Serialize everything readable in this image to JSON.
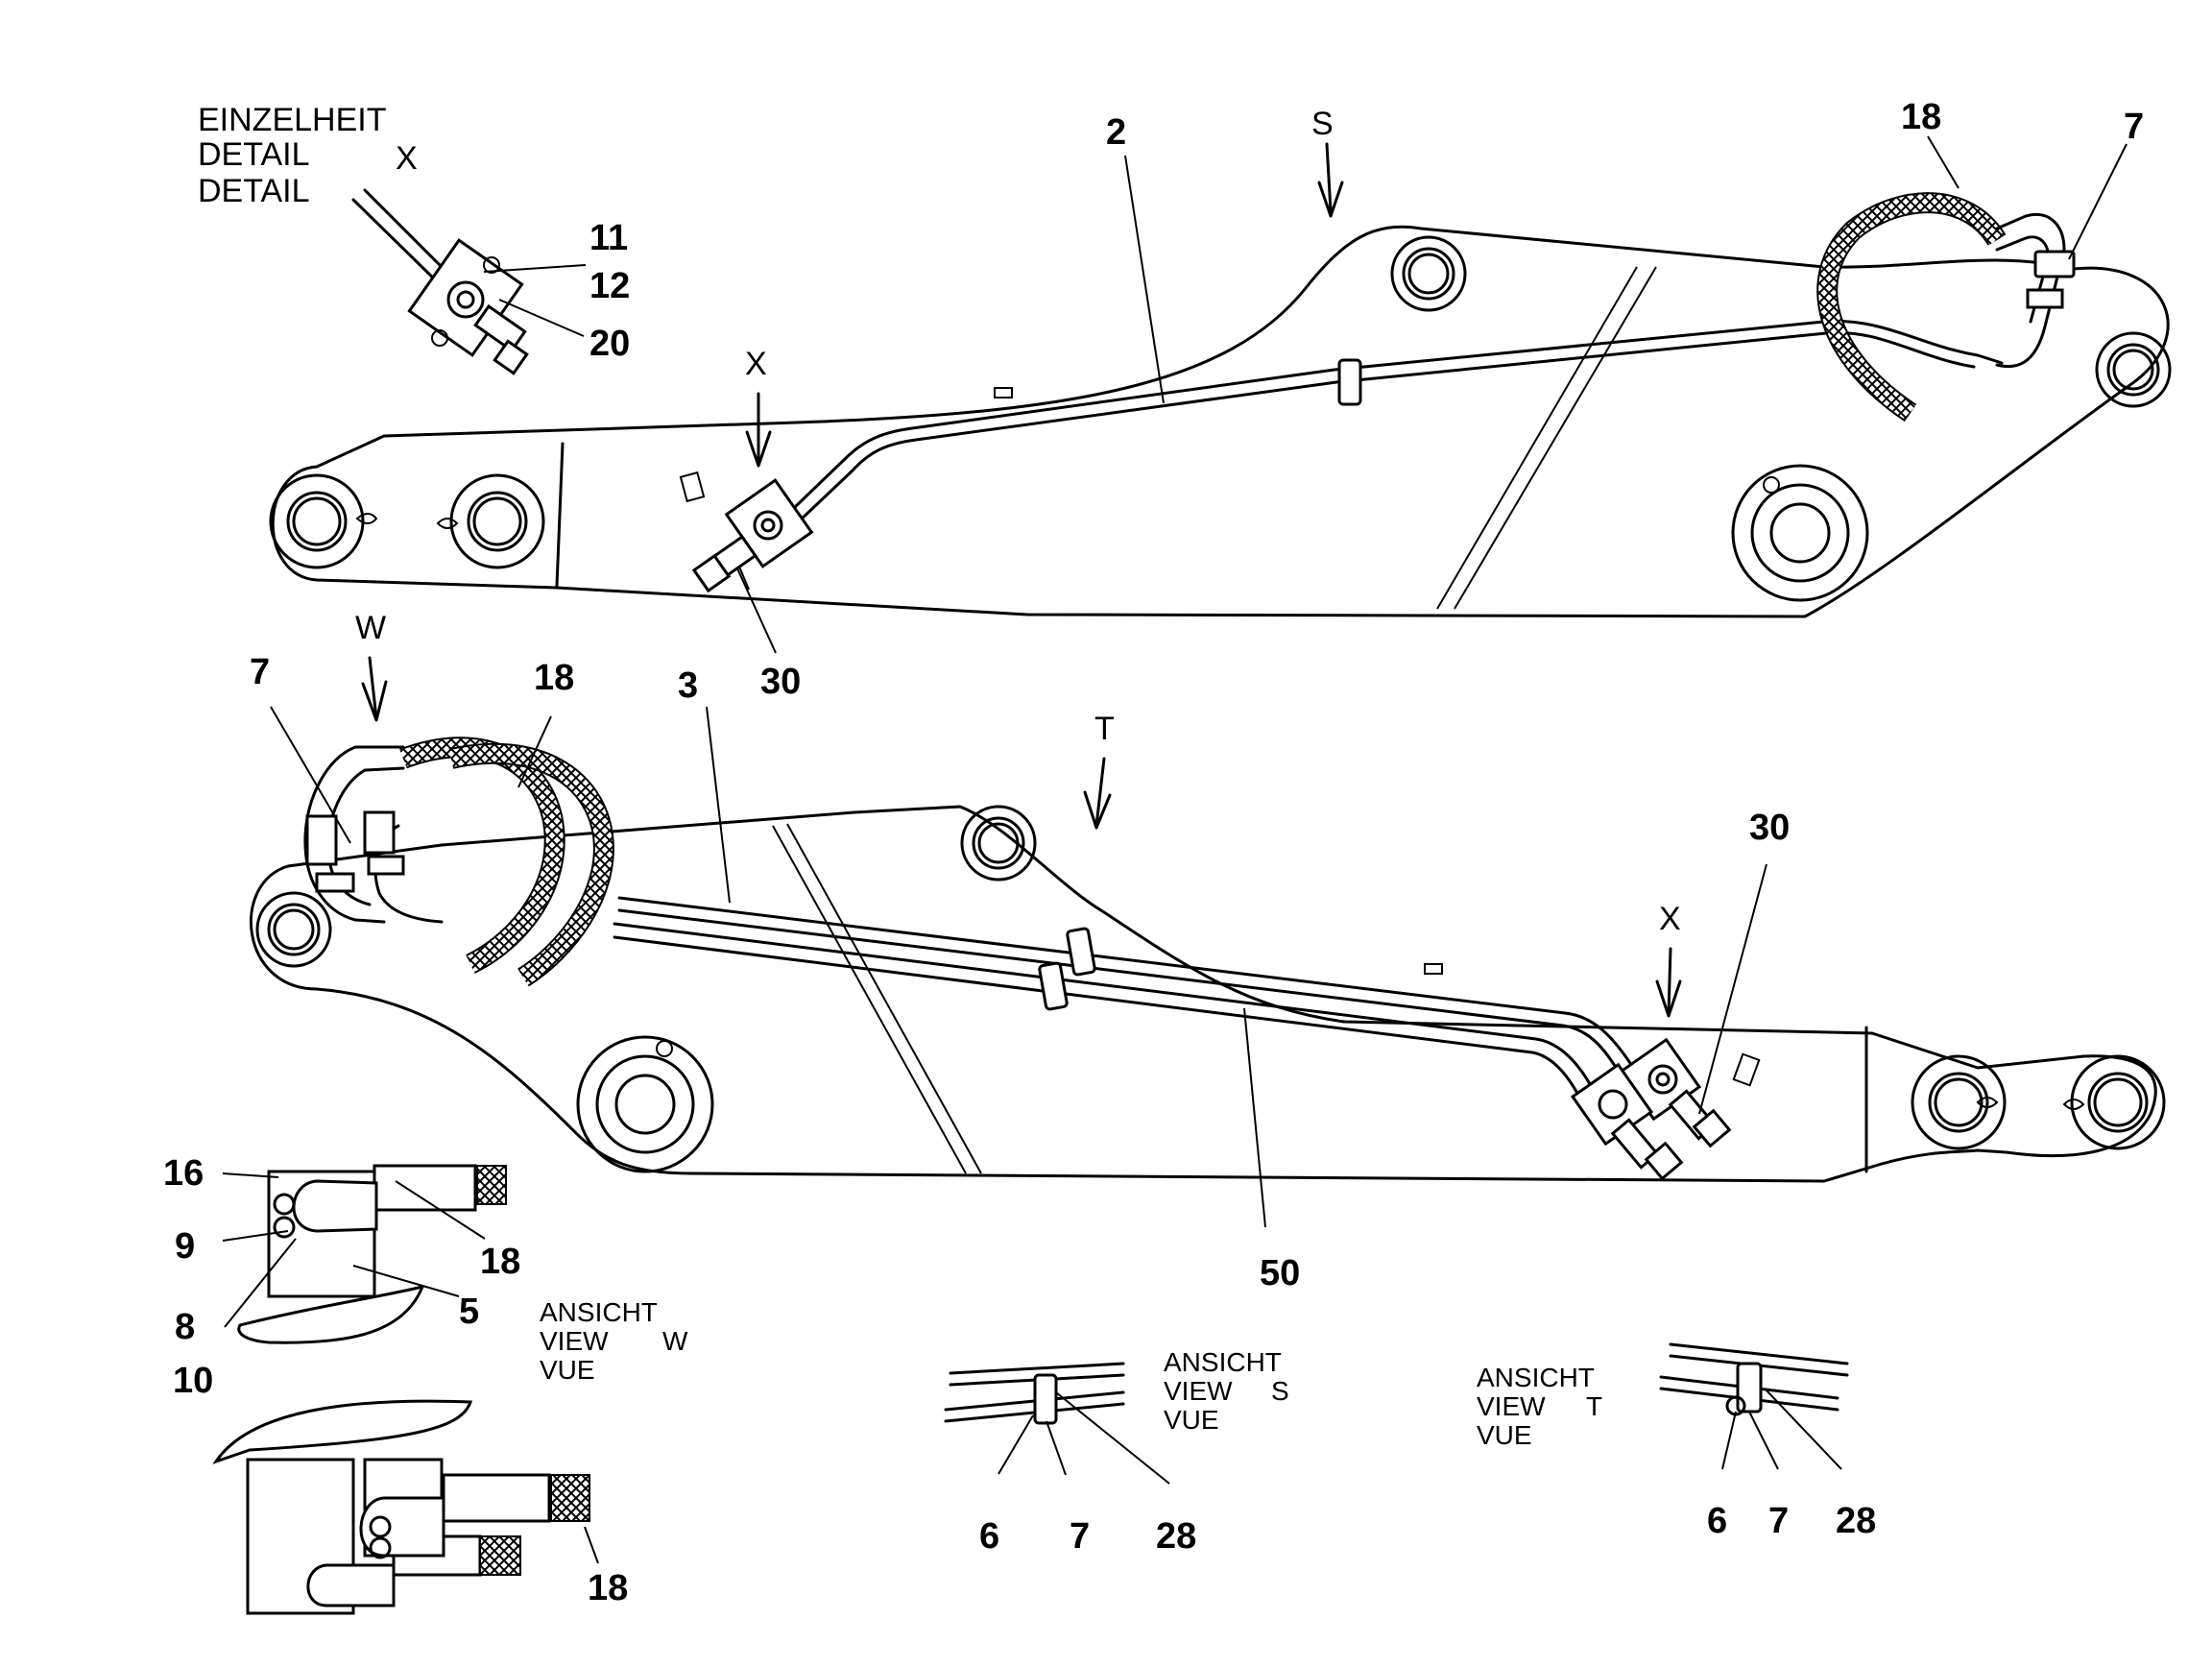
{
  "detail_x": {
    "line1": "EINZELHEIT",
    "line2": "DETAIL",
    "line3": "DETAIL",
    "marker": "X"
  },
  "view_w": {
    "line1": "ANSICHT",
    "line2": "VIEW",
    "line3": "VUE",
    "marker": "W"
  },
  "view_s": {
    "line1": "ANSICHT",
    "line2": "VIEW",
    "line3": "VUE",
    "marker": "S"
  },
  "view_t": {
    "line1": "ANSICHT",
    "line2": "VIEW",
    "line3": "VUE",
    "marker": "T"
  },
  "arrows": {
    "s": "S",
    "x_top": "X",
    "w": "W",
    "t": "T",
    "x_bottom": "X"
  },
  "callouts": {
    "c11": "11",
    "c12": "12",
    "c20": "20",
    "c2": "2",
    "c18_top": "18",
    "c7_top": "7",
    "c30_top": "30",
    "c7_mid": "7",
    "c18_mid": "18",
    "c3": "3",
    "c30_mid": "30",
    "c50": "50",
    "c16": "16",
    "c9": "9",
    "c8": "8",
    "c10": "10",
    "c5": "5",
    "c18_w": "18",
    "c18_low": "18",
    "c6_s": "6",
    "c7_s": "7",
    "c28_s": "28",
    "c6_t": "6",
    "c7_t": "7",
    "c28_t": "28"
  }
}
